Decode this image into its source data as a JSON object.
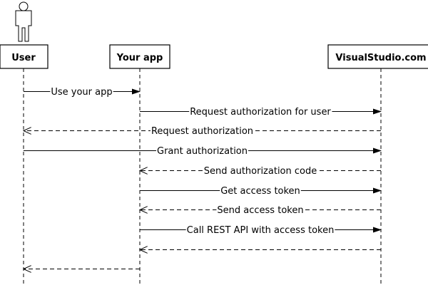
{
  "participants": [
    {
      "id": "user",
      "label": "User",
      "has_actor_icon": true
    },
    {
      "id": "app",
      "label": "Your app",
      "has_actor_icon": false
    },
    {
      "id": "vs",
      "label": "VisualStudio.com",
      "has_actor_icon": false
    }
  ],
  "messages": [
    {
      "from": "user",
      "to": "app",
      "label": "Use your app",
      "style": "solid"
    },
    {
      "from": "app",
      "to": "vs",
      "label": "Request authorization for user",
      "style": "solid"
    },
    {
      "from": "vs",
      "to": "user",
      "label": "Request authorization",
      "style": "dashed"
    },
    {
      "from": "user",
      "to": "vs",
      "label": "Grant authorization",
      "style": "solid"
    },
    {
      "from": "vs",
      "to": "app",
      "label": "Send authorization code",
      "style": "dashed"
    },
    {
      "from": "app",
      "to": "vs",
      "label": "Get access token",
      "style": "solid"
    },
    {
      "from": "vs",
      "to": "app",
      "label": "Send access token",
      "style": "dashed"
    },
    {
      "from": "app",
      "to": "vs",
      "label": "Call REST API with access token",
      "style": "solid"
    },
    {
      "from": "vs",
      "to": "app",
      "label": "",
      "style": "dashed"
    },
    {
      "from": "app",
      "to": "user",
      "label": "",
      "style": "dashed"
    }
  ],
  "colors": {
    "line": "#000000",
    "background": "#ffffff"
  }
}
